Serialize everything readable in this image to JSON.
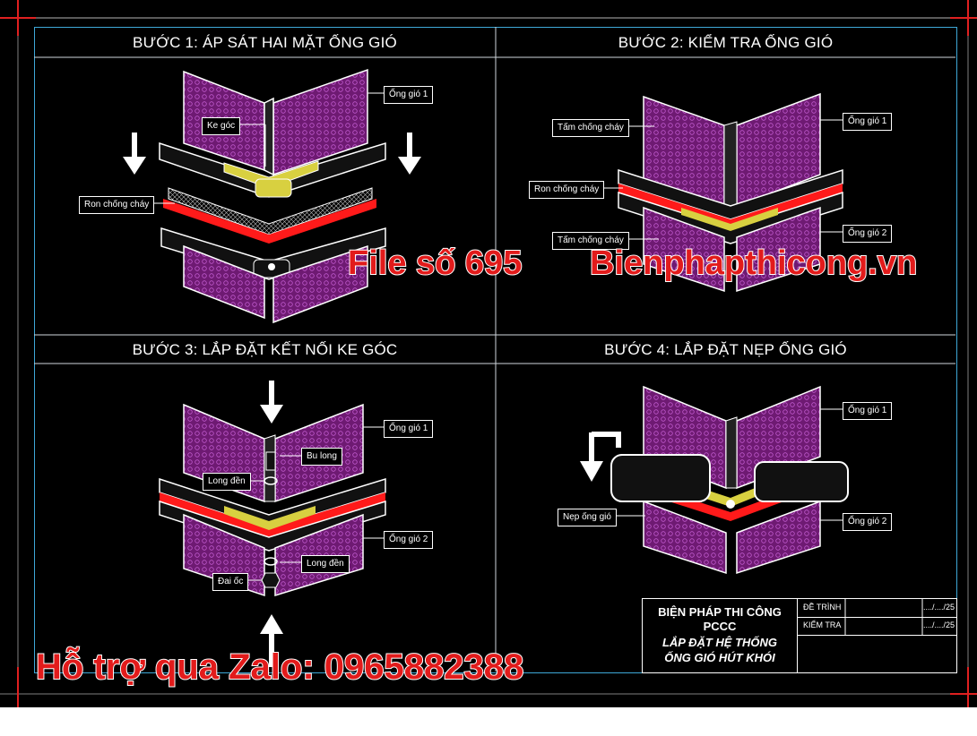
{
  "steps": [
    {
      "title": "BƯỚC 1: ÁP SÁT HAI MẶT ỐNG GIÓ"
    },
    {
      "title": "BƯỚC 2: KIỂM TRA ỐNG GIÓ"
    },
    {
      "title": "BƯỚC 3: LẮP ĐẶT KẾT NỐI KE GÓC"
    },
    {
      "title": "BƯỚC 4: LẮP ĐẶT NẸP ỐNG GIÓ"
    }
  ],
  "labels": {
    "s1_duct1": "Ống gió 1",
    "s1_ke_goc": "Ke góc",
    "s1_ron": "Ron chống cháy",
    "s2_tam1": "Tấm chống cháy",
    "s2_duct1": "Ống gió 1",
    "s2_ron": "Ron chống cháy",
    "s2_tam2": "Tấm chống cháy",
    "s2_duct2": "Ống gió 2",
    "s3_duct1": "Ống gió 1",
    "s3_bulong": "Bu long",
    "s3_longden1": "Long đền",
    "s3_duct2": "Ống gió 2",
    "s3_longden2": "Long đền",
    "s3_daioc": "Đai ốc",
    "s4_duct1": "Ống gió 1",
    "s4_nep": "Nẹp ống gió",
    "s4_duct2": "Ống gió 2"
  },
  "title_block": {
    "line1": "BIỆN PHÁP THI CÔNG",
    "line2": "PCCC",
    "line3": "LẮP ĐẶT HỆ THỐNG",
    "line4": "ỐNG GIÓ HÚT KHÓI",
    "row1_label": "ĐỀ TRÌNH",
    "row1_date": "..../..../25",
    "row2_label": "KIỂM TRA",
    "row2_date": "..../..../25"
  },
  "watermarks": {
    "file": "File số 695",
    "site": "Bienphapthicong.vn",
    "zalo": "Hỗ trợ qua Zalo: 0965882388"
  },
  "colors": {
    "background": "#000000",
    "frame": "#3ea8d8",
    "duct_mesh": "#8b1f8f",
    "gasket": "#ff1a1a",
    "bracket": "#e6e04a",
    "watermark": "#e21b1b"
  }
}
